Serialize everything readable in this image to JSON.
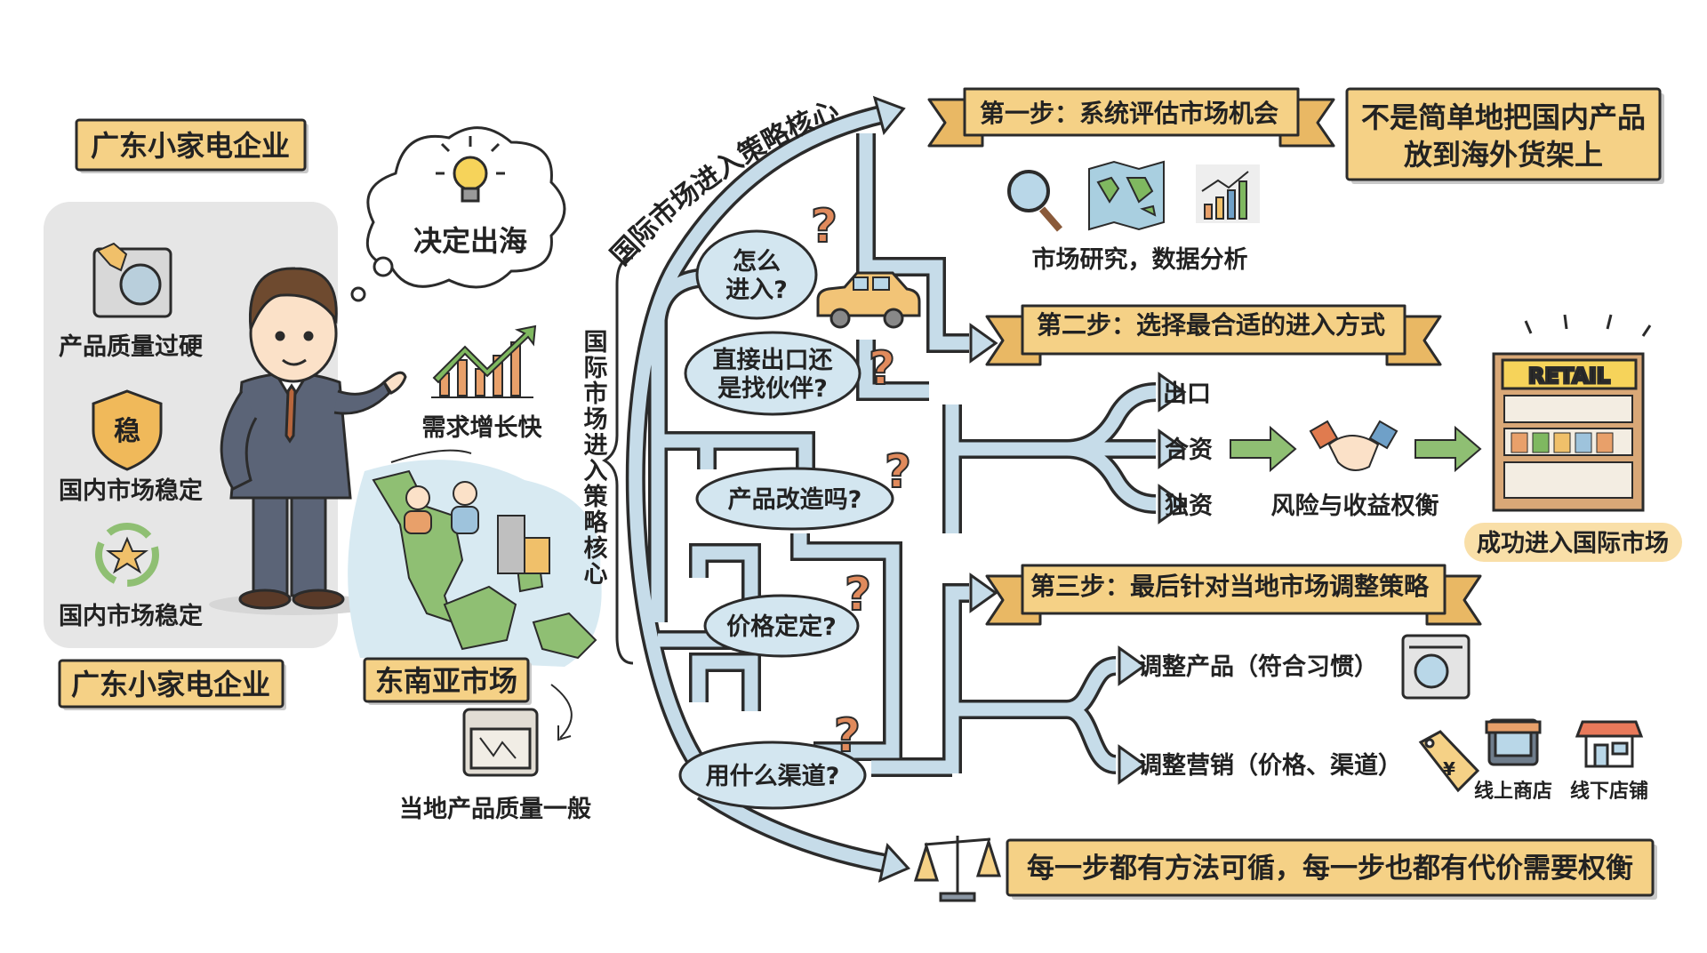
{
  "company_label": "广东小家电企业",
  "company_label_bottom": "广东小家电企业",
  "strengths": [
    {
      "icon": "washing-machine-box-icon",
      "label": "产品质量过硬"
    },
    {
      "icon": "shield-icon",
      "badge": "稳",
      "label": "国内市场稳定"
    },
    {
      "icon": "recycle-star-icon",
      "label": "国内市场稳定"
    }
  ],
  "thought": "决定出海",
  "demand": "需求增长快",
  "sea_market": "东南亚市场",
  "local_quality": "当地产品质量一般",
  "core_vertical": "国际市场进入策略核心",
  "core_arc": "国际市场进入策略核心",
  "questions": [
    {
      "lines": [
        "怎么",
        "进入?"
      ]
    },
    {
      "lines": [
        "直接出口还",
        "是找伙伴?"
      ]
    },
    {
      "lines": [
        "产品改造吗?"
      ]
    },
    {
      "lines": [
        "价格定定?"
      ]
    },
    {
      "lines": [
        "用什么渠道?"
      ]
    }
  ],
  "question_mark": "?",
  "step1": {
    "title": "第一步：系统评估市场机会",
    "caption": "市场研究，数据分析"
  },
  "note": [
    "不是简单地把国内产品",
    "放到海外货架上"
  ],
  "step2": {
    "title": "第二步：选择最合适的进入方式",
    "options": [
      "出口",
      "合资",
      "独资"
    ],
    "tradeoff": "风险与收益权衡",
    "retail_sign": "RETAIL",
    "success": "成功进入国际市场"
  },
  "step3": {
    "title": "第三步：最后针对当地市场调整策略",
    "options": [
      "调整产品（符合习惯）",
      "调整营销（价格、渠道）"
    ],
    "tag_symbol": "¥",
    "online": "线上商店",
    "offline": "线下店铺"
  },
  "conclusion": "每一步都有方法可循，每一步也都有代价需要权衡",
  "colors": {
    "label_fill": "#f5d186",
    "panel_gray": "#e6e6e6",
    "path_blue": "#c6dce9",
    "question_orange": "#e08a5c",
    "green_arrow": "#8fbf73",
    "outline": "#2b2b2b"
  }
}
